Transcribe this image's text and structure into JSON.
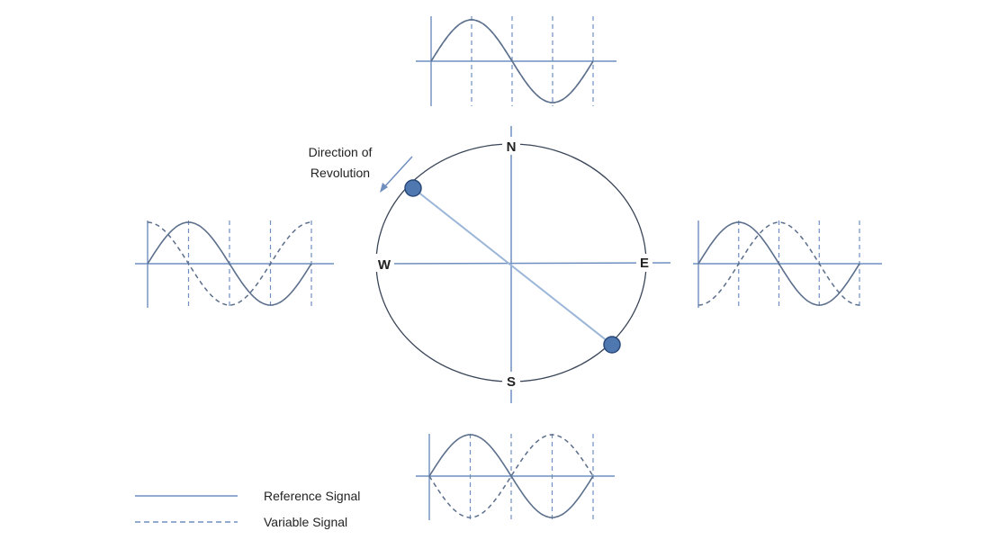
{
  "direction_label": {
    "line1": "Direction of",
    "line2": "Revolution"
  },
  "cardinals": {
    "north": "N",
    "south": "S",
    "east": "E",
    "west": "W"
  },
  "legend": {
    "reference": "Reference Signal",
    "variable": "Variable Signal"
  },
  "signals": {
    "north": {
      "variable_phase_deg": 0
    },
    "east": {
      "variable_phase_deg": 90
    },
    "south": {
      "variable_phase_deg": 180
    },
    "west": {
      "variable_phase_deg": 270
    }
  },
  "colors": {
    "line": "#6f8fc0",
    "radius": "#9bb6d9",
    "circle": "#3a4658",
    "marker_fill": "#4f77b0",
    "marker_stroke": "#2a4a78"
  }
}
